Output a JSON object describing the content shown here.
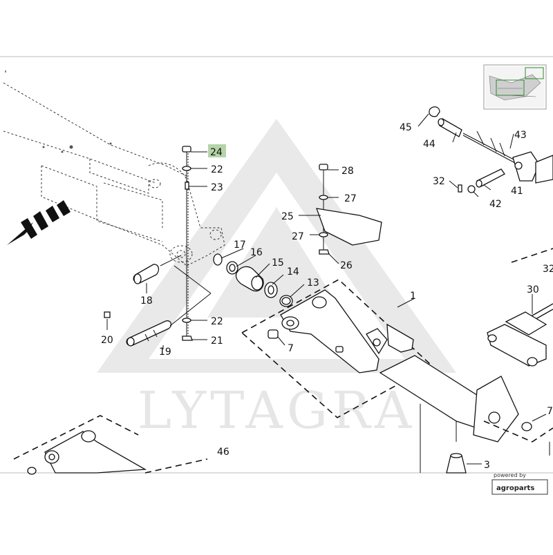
{
  "watermark": {
    "text": "LYTAGRA"
  },
  "branding": {
    "powered_by": "powered by",
    "name": "agroparts"
  },
  "highlighted_part": "24",
  "parts": {
    "p1": "1",
    "p3": "3",
    "p7a": "7",
    "p7b": "7",
    "p13": "13",
    "p14": "14",
    "p15": "15",
    "p16": "16",
    "p17": "17",
    "p18": "18",
    "p19": "19",
    "p20": "20",
    "p21": "21",
    "p22a": "22",
    "p22b": "22",
    "p23": "23",
    "p24": "24",
    "p25": "25",
    "p26": "26",
    "p27a": "27",
    "p27b": "27",
    "p28": "28",
    "p30": "30",
    "p32a": "32",
    "p32b": "32",
    "p41": "41",
    "p42": "42",
    "p43": "43",
    "p44": "44",
    "p45": "45",
    "p46": "46"
  }
}
